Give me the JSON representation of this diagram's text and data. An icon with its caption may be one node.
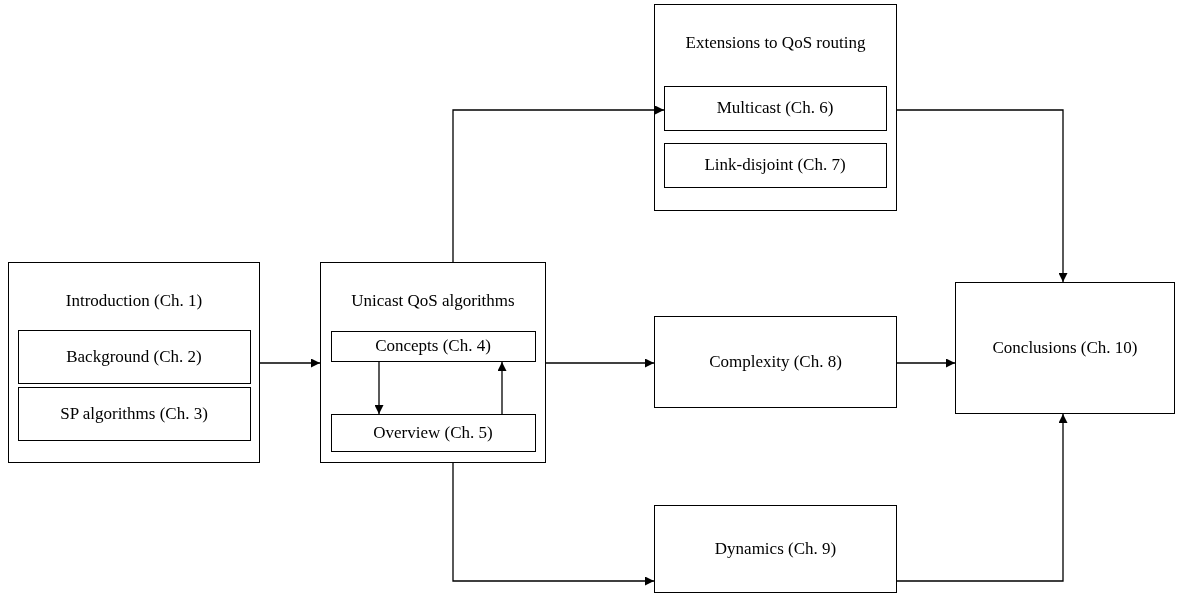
{
  "diagram": {
    "nodes": [
      {
        "text": [
          "Introduction (Ch. 1)"
        ]
      },
      {
        "text": [
          "Background (Ch. 2)"
        ],
        "in": 0
      },
      {
        "text": [
          "SP algorithms (Ch. 3)"
        ],
        "in": 0
      },
      {
        "text": [
          "Unicast QoS algorithms"
        ]
      },
      {
        "text": [
          "Concepts (Ch. 4)"
        ],
        "in": 3
      },
      {
        "text": [
          "Overview (Ch. 5)"
        ],
        "in": 3
      },
      {
        "text": [
          "Extensions to QoS routing"
        ]
      },
      {
        "text": [
          "Multicast (Ch. 6)"
        ],
        "in": 6
      },
      {
        "text": [
          "Link-disjoint (Ch. 7)"
        ],
        "in": 6
      },
      {
        "text": [
          "Complexity (Ch. 8)"
        ]
      },
      {
        "text": [
          "Conclusions (Ch. 10)"
        ]
      },
      {
        "text": [
          "Dynamics (Ch. 9)"
        ]
      }
    ],
    "edges": [
      {
        "from": 0,
        "to": 3,
        "arrow": "to"
      },
      {
        "from": 4,
        "to": 5,
        "arrow": "to"
      },
      {
        "from": 5,
        "to": 4,
        "arrow": "to"
      },
      {
        "from": 3,
        "to": 7,
        "arrow": "to"
      },
      {
        "from": 3,
        "to": 9,
        "arrow": "to"
      },
      {
        "from": 3,
        "to": 11,
        "arrow": "to"
      },
      {
        "from": 6,
        "to": 10,
        "arrow": "to"
      },
      {
        "from": 9,
        "to": 10,
        "arrow": "to"
      },
      {
        "from": 11,
        "to": 10,
        "arrow": "to"
      }
    ]
  }
}
